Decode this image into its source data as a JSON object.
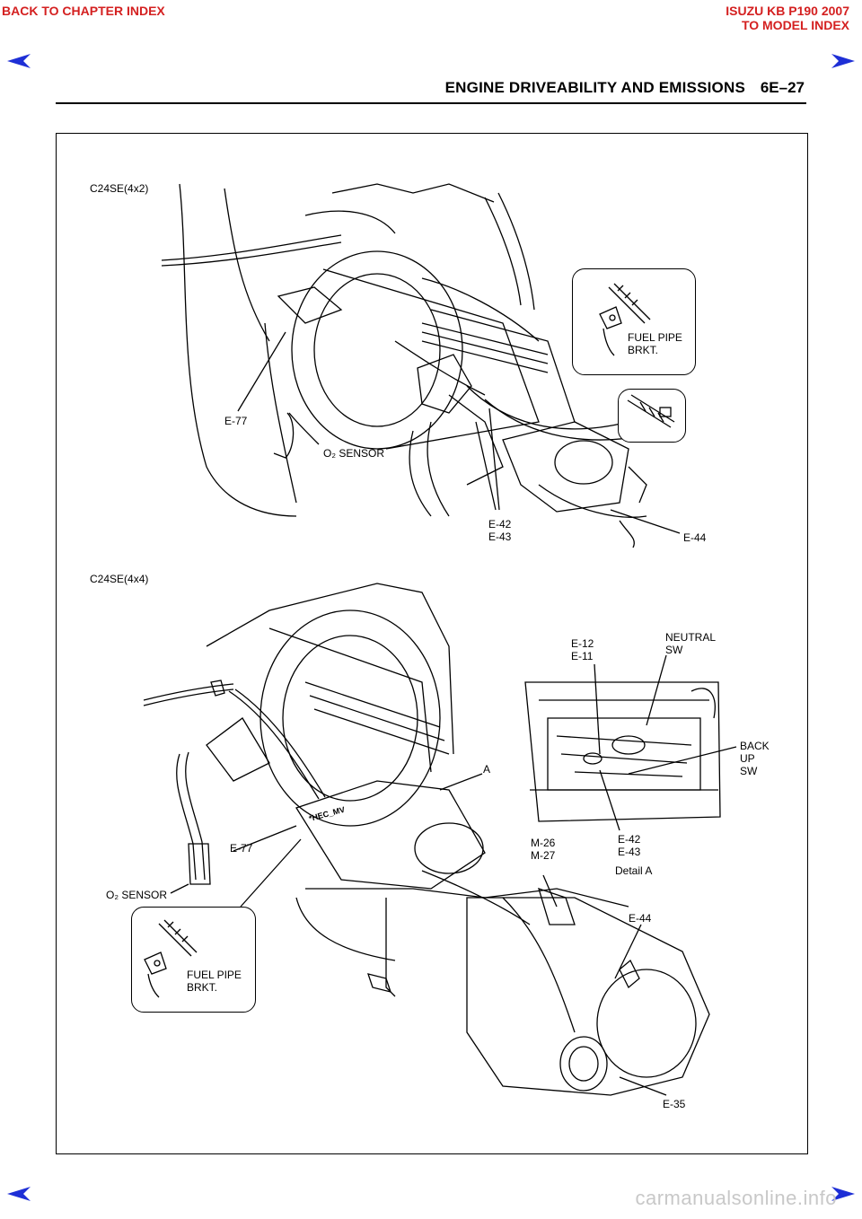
{
  "nav": {
    "back_chapter": "BACK TO CHAPTER INDEX",
    "model_line1": "ISUZU KB P190 2007",
    "model_line2": "TO MODEL INDEX"
  },
  "header": {
    "title": "ENGINE DRIVEABILITY AND EMISSIONS",
    "page": "6E–27"
  },
  "figure_top": {
    "model": "C24SE(4x2)",
    "fuel_pipe": "FUEL PIPE\nBRKT.",
    "e77": "E-77",
    "o2_sensor": "O₂ SENSOR",
    "e42_43": "E-42\nE-43",
    "e44": "E-44"
  },
  "figure_bottom": {
    "model": "C24SE(4x4)",
    "e12_11": "E-12\nE-11",
    "neutral_sw": "NEUTRAL\nSW",
    "backup_sw": "BACK\nUP\nSW",
    "a": "A",
    "e42_43": "E-42\nE-43",
    "m26_27": "M-26\nM-27",
    "detail_a": "Detail A",
    "e77": "E-77",
    "o2_sensor": "O₂ SENSOR",
    "e44": "E-44",
    "fuel_pipe": "FUEL PIPE\nBRKT.",
    "e35": "E-35"
  },
  "watermark": "carmanualsonline.info",
  "colors": {
    "nav_red": "#d42020",
    "nav_blue": "#1e2fd6"
  }
}
